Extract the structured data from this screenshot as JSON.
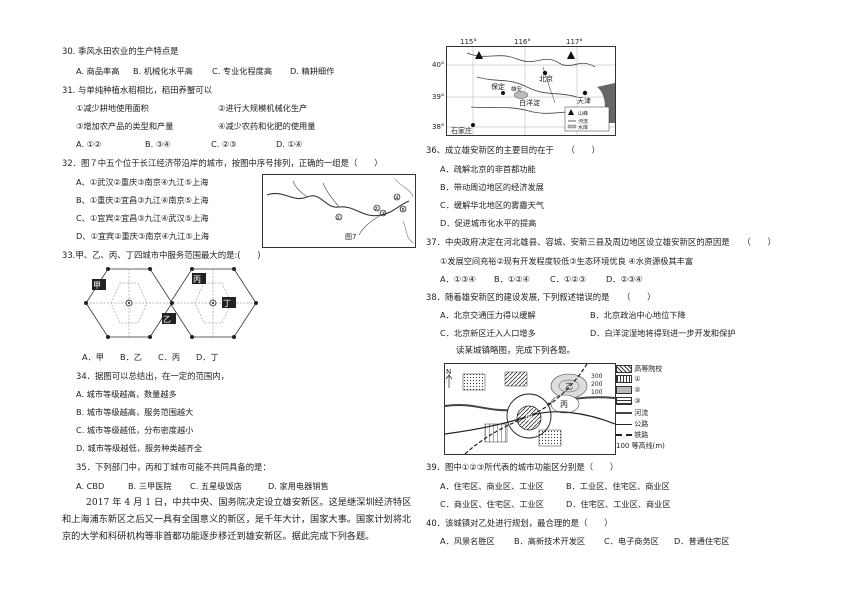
{
  "q30": {
    "stem": "30. 季风水田农业的生产特点是",
    "opts": [
      "A. 商品率高",
      "B. 机械化水平高",
      "C. 专业化程度高",
      "D. 精耕细作"
    ]
  },
  "q31": {
    "stem": "31. 与单纯种植水稻相比，稻田养蟹可以",
    "items": [
      "①减少耕地使用面积",
      "②进行大规模机械化生产",
      "③增加农产品的类型和产量",
      "④减少农药和化肥的使用量"
    ],
    "opts": [
      "A. ①②",
      "B. ③④",
      "C. ②③",
      "D. ①④"
    ]
  },
  "q32": {
    "stem": "32．图７中五个位于长江经济带沿岸的城市，按图中序号排列，正确的一组是（　　）",
    "opts": [
      "A、①武汉②重庆③南京④九江⑤上海",
      "B、①重庆②宜昌③九江④南京⑤上海",
      "C、①宜宾②宜昌③九江④武汉⑤上海",
      "D、①宜宾②重庆③南京④九江⑤上海"
    ],
    "fig_label": "图7",
    "fig_nums": [
      "①",
      "②",
      "③",
      "④",
      "⑤"
    ]
  },
  "q33": {
    "stem": "33.甲、乙、丙、丁四城市中服务范围最大的是:(　　)",
    "hex_labels": [
      "甲",
      "乙",
      "丙",
      "丁"
    ],
    "opts": [
      "A．甲",
      "B．乙",
      "C．丙",
      "D．丁"
    ]
  },
  "q34": {
    "stem": "34．据图可以总结出，在一定的范围内，",
    "opts": [
      "A. 城市等级越高，数量越多",
      "B. 城市等级越高，服务范围越大",
      "C. 城市等级越低，分布密度越小",
      "D. 城市等级越低，服务种类越齐全"
    ]
  },
  "q35": {
    "stem": "35．下列部门中，丙和丁城市可能不共同具备的是：",
    "opts": [
      "A. CBD",
      "B. 三甲医院",
      "C. 五星级饭店",
      "D. 家用电器销售"
    ]
  },
  "intro": "2017 年 4 月 1 日，中共中央、国务院决定设立雄安新区。这是继深圳经济特区和上海浦东新区之后又一具有全国意义的新区，是千年大计，国家大事。国家计划将北京的大学和科研机构等非首都功能逐步移迁到雄安新区。据此完成下列各题。",
  "map1": {
    "lon": [
      "115°",
      "116°",
      "117°"
    ],
    "lat": [
      "40°",
      "39°",
      "38°"
    ],
    "places": [
      "北京",
      "天津",
      "保定",
      "白洋淀",
      "石家庄",
      "雄安"
    ],
    "legend": [
      "山峰",
      "河流",
      "水库"
    ]
  },
  "q36": {
    "stem": "36、成立雄安新区的主要目的在于　　（　　）",
    "opts": [
      "A．疏解北京的非首都功能",
      "B．带动周边地区的经济发展",
      "C．缓解华北地区的雾霾天气",
      "D．促进城市化水平的提高"
    ]
  },
  "q37": {
    "stem": "37．中央政府决定在河北雄县、容城、安新三县及周边地区设立雄安新区的原因是　　（　　）",
    "items": "①发展空间充裕②现有开发程度较低③生态环境优良 ④水资源极其丰富",
    "opts": [
      "A．①③④",
      "B．①②④",
      "C．①②③",
      "D．②③④"
    ]
  },
  "q38": {
    "stem": "38．随着雄安新区的建设发展, 下列叙述错误的是　　（　　）",
    "opts": [
      "A．北京交通压力得以缓解",
      "B．北京政治中心地位下降",
      "C．北京新区迁入人口增多",
      "D．白洋淀湿地将得到进一步开发和保护"
    ]
  },
  "read": "读某城镇略图，完成下列各题。",
  "map2": {
    "legend": [
      "高等院校",
      "①",
      "②",
      "③",
      "河流",
      "公路",
      "铁路",
      "100 等高线(m)"
    ],
    "marks": [
      "乙",
      "丙",
      "甲"
    ],
    "contours": [
      "300",
      "200",
      "100"
    ],
    "north": "N"
  },
  "q39": {
    "stem": "39．图中①②③所代表的城市功能区分别是（　　）",
    "opts": [
      "A．住宅区、商业区、工业区",
      "B．工业区、住宅区、商业区",
      "C．商业区、住宅区、工业区",
      "D．住宅区、工业区、商业区"
    ]
  },
  "q40": {
    "stem": "40．该城镇对乙处进行规划，最合理的是（　　）",
    "opts": [
      "A．风景名胜区",
      "B．高新技术开发区",
      "C．电子商务区",
      "D．普通住宅区"
    ]
  }
}
